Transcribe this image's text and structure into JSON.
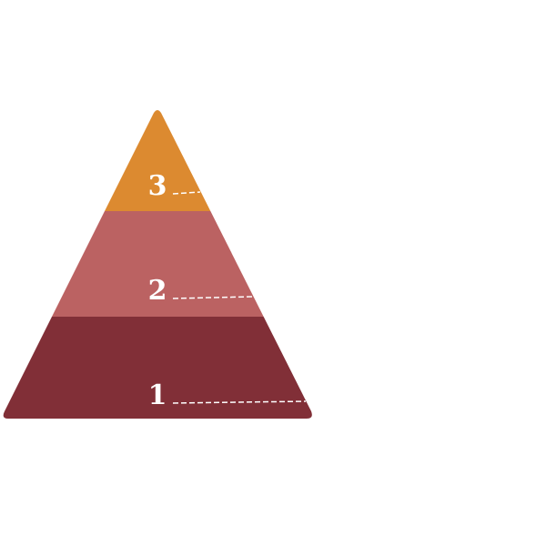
{
  "pyramid": {
    "tiers": [
      {
        "label": "3",
        "color": "#dc8a30"
      },
      {
        "label": "2",
        "color": "#bb6262"
      },
      {
        "label": "1",
        "color": "#812f37"
      }
    ]
  }
}
